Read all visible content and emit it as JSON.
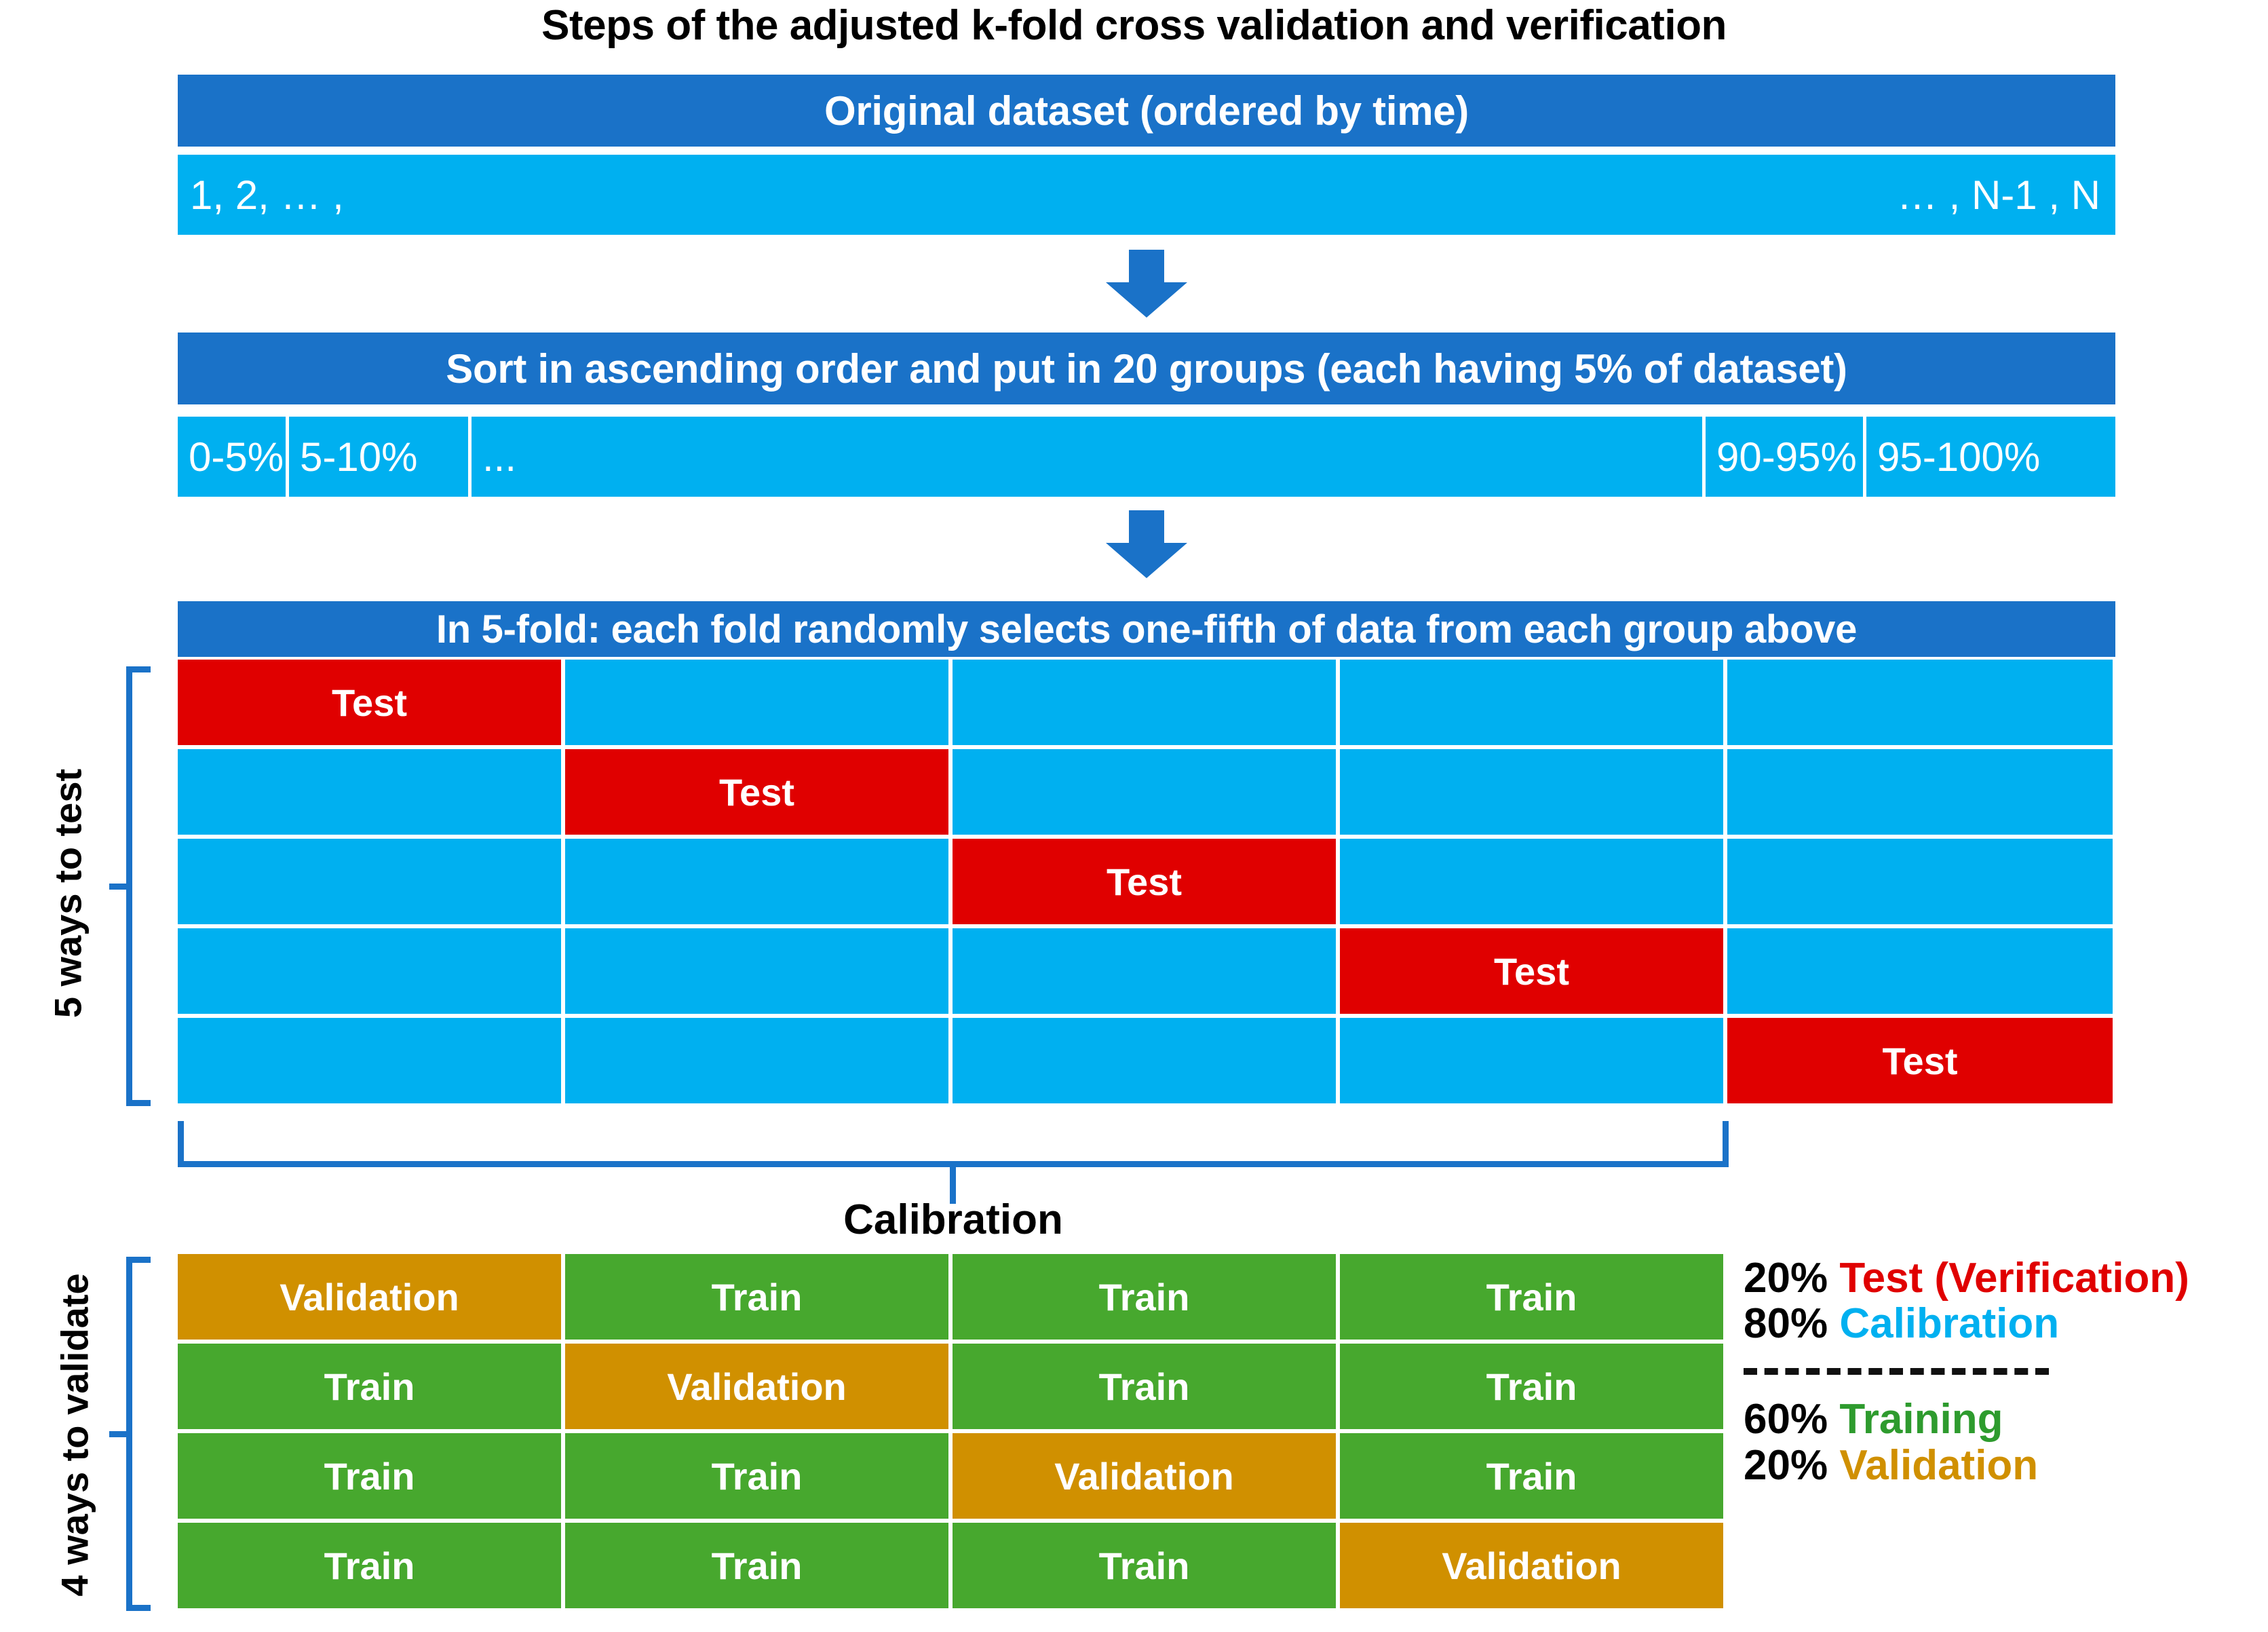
{
  "title": "Steps of the adjusted k-fold cross validation and verification",
  "steps": {
    "step1_header": "Original dataset (ordered by time)",
    "step1_left": "1, 2, … ,",
    "step1_right": "… , N-1 , N",
    "step2_header": "Sort in ascending order and put in 20 groups (each having 5% of dataset)",
    "step2_groups": [
      "0-5%",
      "5-10%",
      "...",
      "90-95%",
      "95-100%"
    ],
    "step3_header": "In 5-fold: each fold randomly selects one-fifth of data from each group above"
  },
  "labels": {
    "ways_to_test": "5 ways to test",
    "ways_to_validate": "4 ways to validate",
    "calibration": "Calibration",
    "test_cell": "Test",
    "train_cell": "Train",
    "validation_cell": "Validation"
  },
  "test_grid": {
    "rows": [
      [
        "Test",
        "",
        "",
        "",
        ""
      ],
      [
        "",
        "Test",
        "",
        "",
        ""
      ],
      [
        "",
        "",
        "Test",
        "",
        ""
      ],
      [
        "",
        "",
        "",
        "Test",
        ""
      ],
      [
        "",
        "",
        "",
        "",
        "Test"
      ]
    ]
  },
  "validation_grid": {
    "rows": [
      [
        "Validation",
        "Train",
        "Train",
        "Train"
      ],
      [
        "Train",
        "Validation",
        "Train",
        "Train"
      ],
      [
        "Train",
        "Train",
        "Validation",
        "Train"
      ],
      [
        "Train",
        "Train",
        "Train",
        "Validation"
      ]
    ]
  },
  "legend": {
    "top": [
      {
        "pct": "20%",
        "label": "Test (Verification)"
      },
      {
        "pct": "80%",
        "label": "Calibration"
      }
    ],
    "bottom": [
      {
        "pct": "60%",
        "label": "Training"
      },
      {
        "pct": "20%",
        "label": "Validation"
      }
    ]
  },
  "colors": {
    "header_blue": "#1a72c8",
    "light_blue": "#00b0f0",
    "test_red": "#e00000",
    "train_green": "#47a82e",
    "validation_gold": "#d09000",
    "legend_green": "#2e9b2e"
  }
}
